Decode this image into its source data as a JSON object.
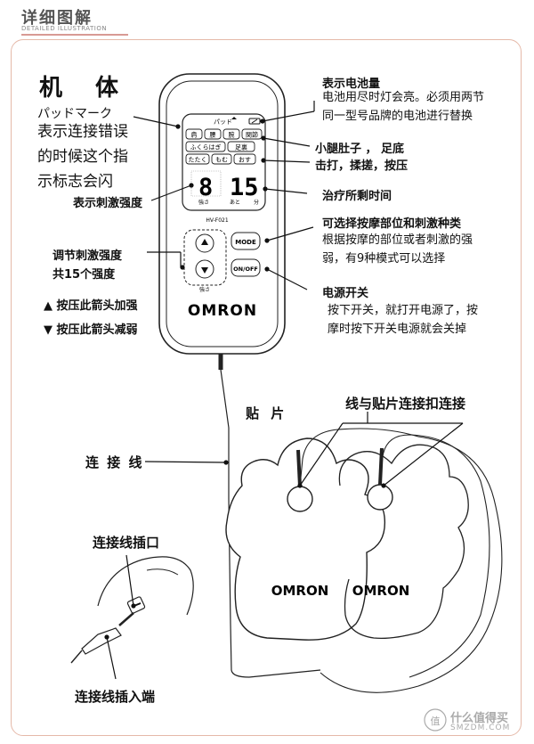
{
  "header": {
    "title": "详细图解",
    "subtitle": "DETAILED ILLUSTRATION"
  },
  "unit": {
    "section_title": "机 体",
    "pad_mark_label": "パッドマーク",
    "pad_mark_desc": [
      "表示连接错误",
      "的时候这个指",
      "示标志会闪"
    ],
    "intensity_display_label": "表示刺激强度",
    "adjust_title": "调节刺激强度",
    "adjust_count": "共15个强度",
    "up_desc": "▲  按压此箭头加强",
    "down_desc": "▼  按压此箭头减弱",
    "battery_title": "表示电池量",
    "battery_desc": [
      "电池用尽时灯会亮。必须用两节",
      "同一型号品牌的电池进行替换"
    ],
    "parts_line1": "小腿肚子 ， 足底",
    "parts_line2": "击打，揉搓，按压",
    "time_label": "治疗所剩时间",
    "mode_title": "可选择按摩部位和刺激种类",
    "mode_desc": [
      "根据按摩的部位或者刺激的强",
      "弱，有9种模式可以选择"
    ],
    "power_title": "电源开关",
    "power_desc": [
      "按下开关，就打开电源了，按",
      "摩时按下开关电源就会关掉"
    ]
  },
  "device": {
    "lcd_top": "パッド",
    "parts_row1": [
      "肩",
      "腰",
      "腕",
      "関節"
    ],
    "parts_row2": [
      "ふくらはぎ",
      "足裏"
    ],
    "parts_row3": [
      "たたく",
      "もむ",
      "おす"
    ],
    "intensity_value": "8",
    "time_value": "15",
    "intensity_caption": "強さ",
    "time_caption_left": "あと",
    "time_caption_right": "分",
    "model": "HV-F021",
    "mode_button": "MODE",
    "onoff_button": "ON/OFF",
    "strength_label": "強さ",
    "brand": "OMRON"
  },
  "pads": {
    "title": "贴 片",
    "connector_label": "线与贴片连接扣连接",
    "brand_left": "OMRON",
    "brand_right": "OMRON"
  },
  "cable": {
    "cable_label": "连 接 线",
    "jack_label": "连接线插口",
    "plug_label": "连接线插入端"
  },
  "watermark": {
    "cn": "什么值得买",
    "en": "SMZDM.COM"
  }
}
